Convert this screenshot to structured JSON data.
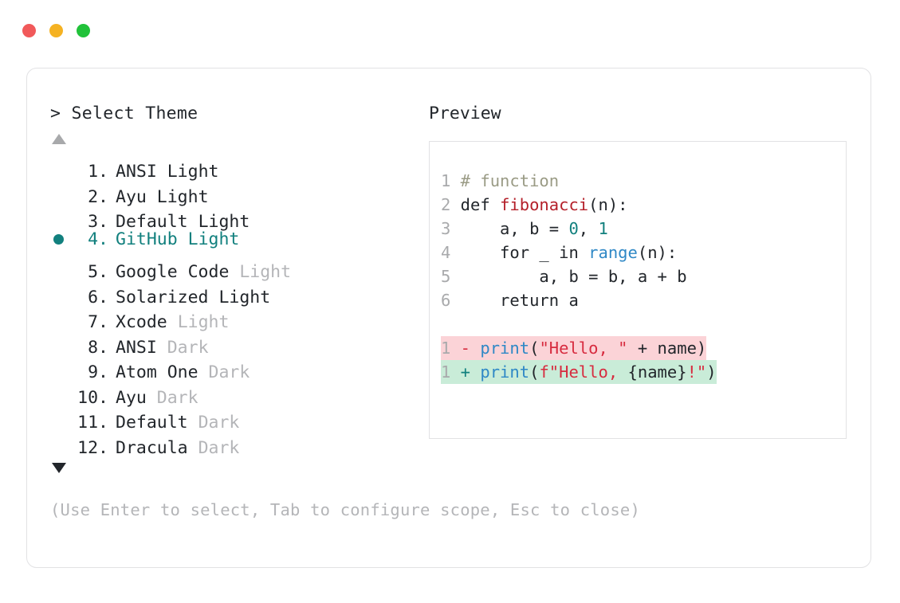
{
  "window": {
    "traffic_lights": [
      {
        "name": "close",
        "color": "#f1595a"
      },
      {
        "name": "minimize",
        "color": "#f5b222"
      },
      {
        "name": "maximize",
        "color": "#21c23a"
      }
    ]
  },
  "prompt": {
    "header": "> Select Theme",
    "scroll_up_icon": "triangle-up-icon",
    "scroll_down_icon": "triangle-down-icon"
  },
  "themes": [
    {
      "index": " 1.",
      "name": "ANSI",
      "variant": "Light",
      "variant_muted": false,
      "selected": false
    },
    {
      "index": " 2.",
      "name": "Ayu",
      "variant": "Light",
      "variant_muted": false,
      "selected": false
    },
    {
      "index": " 3.",
      "name": "Default",
      "variant": "Light",
      "variant_muted": false,
      "selected": false
    },
    {
      "index": " 4.",
      "name": "GitHub",
      "variant": "Light",
      "variant_muted": false,
      "selected": true
    },
    {
      "index": " 5.",
      "name": "Google Code",
      "variant": "Light",
      "variant_muted": true,
      "selected": false
    },
    {
      "index": " 6.",
      "name": "Solarized",
      "variant": "Light",
      "variant_muted": false,
      "selected": false
    },
    {
      "index": " 7.",
      "name": "Xcode",
      "variant": "Light",
      "variant_muted": true,
      "selected": false
    },
    {
      "index": " 8.",
      "name": "ANSI",
      "variant": "Dark",
      "variant_muted": true,
      "selected": false
    },
    {
      "index": " 9.",
      "name": "Atom One",
      "variant": "Dark",
      "variant_muted": true,
      "selected": false
    },
    {
      "index": "10.",
      "name": "Ayu",
      "variant": "Dark",
      "variant_muted": true,
      "selected": false
    },
    {
      "index": "11.",
      "name": "Default",
      "variant": "Dark",
      "variant_muted": true,
      "selected": false
    },
    {
      "index": "12.",
      "name": "Dracula",
      "variant": "Dark",
      "variant_muted": true,
      "selected": false
    }
  ],
  "hint": "(Use Enter to select, Tab to configure scope, Esc to close)",
  "preview": {
    "label": "Preview",
    "code_lines": [
      {
        "ln": "1",
        "tokens": [
          {
            "t": " # function",
            "c": "c-comment"
          }
        ]
      },
      {
        "ln": "2",
        "tokens": [
          {
            "t": " def ",
            "c": "c-kw"
          },
          {
            "t": "fibonacci",
            "c": "c-func"
          },
          {
            "t": "(n):",
            "c": "c-kw"
          }
        ]
      },
      {
        "ln": "3",
        "tokens": [
          {
            "t": "     a, b = ",
            "c": "c-kw"
          },
          {
            "t": "0",
            "c": "c-num"
          },
          {
            "t": ", ",
            "c": "c-kw"
          },
          {
            "t": "1",
            "c": "c-num"
          }
        ]
      },
      {
        "ln": "4",
        "tokens": [
          {
            "t": "     for _ in ",
            "c": "c-kw"
          },
          {
            "t": "range",
            "c": "c-builtin"
          },
          {
            "t": "(n):",
            "c": "c-kw"
          }
        ]
      },
      {
        "ln": "5",
        "tokens": [
          {
            "t": "         a, b = b, a + b",
            "c": "c-kw"
          }
        ]
      },
      {
        "ln": "6",
        "tokens": [
          {
            "t": "     return a",
            "c": "c-kw"
          }
        ]
      }
    ],
    "diff_lines": [
      {
        "kind": "del",
        "ln": "1",
        "marker": "-",
        "tokens": [
          {
            "t": " ",
            "c": "c-kw"
          },
          {
            "t": "print",
            "c": "c-builtin"
          },
          {
            "t": "(",
            "c": "c-kw"
          },
          {
            "t": "\"Hello, \"",
            "c": "c-str"
          },
          {
            "t": " + name)",
            "c": "c-kw"
          }
        ]
      },
      {
        "kind": "add",
        "ln": "1",
        "marker": "+",
        "tokens": [
          {
            "t": " ",
            "c": "c-kw"
          },
          {
            "t": "print",
            "c": "c-builtin"
          },
          {
            "t": "(",
            "c": "c-kw"
          },
          {
            "t": "f\"Hello, ",
            "c": "c-str"
          },
          {
            "t": "{name}",
            "c": "c-kw"
          },
          {
            "t": "!\"",
            "c": "c-str"
          },
          {
            "t": ")",
            "c": "c-kw"
          }
        ]
      }
    ]
  }
}
